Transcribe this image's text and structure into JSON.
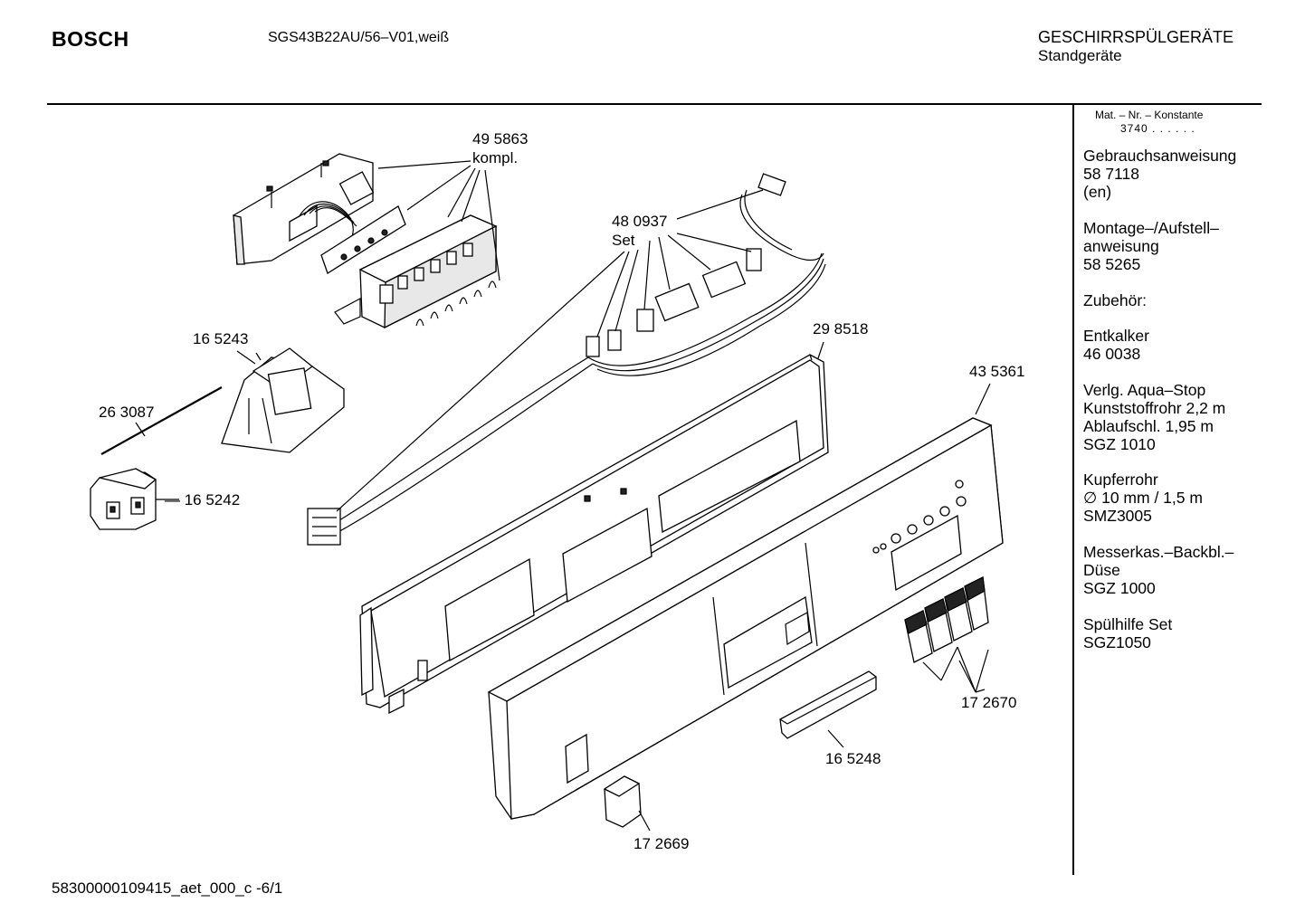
{
  "header": {
    "brand": "BOSCH",
    "model": "SGS43B22AU/56–V01,weiß",
    "category": "GESCHIRRSPÜLGERÄTE",
    "subcategory": "Standgeräte"
  },
  "sidebar": {
    "mat_line1": "Mat. – Nr. – Konstante",
    "mat_line2": "3740 . . . . . .",
    "blocks": [
      [
        "Gebrauchsanweisung",
        "58 7118",
        "(en)"
      ],
      [
        "Montage–/Aufstell–",
        "anweisung",
        "58 5265"
      ],
      [
        "Zubehör:"
      ],
      [
        "Entkalker",
        "46 0038"
      ],
      [
        "Verlg. Aqua–Stop",
        "Kunststoffrohr 2,2 m",
        "Ablaufschl. 1,95 m",
        "SGZ 1010"
      ],
      [
        "Kupferrohr",
        "∅ 10 mm / 1,5 m",
        "SMZ3005"
      ],
      [
        "Messerkas.–Backbl.–",
        "Düse",
        "SGZ 1000"
      ],
      [
        "Spülhilfe Set",
        "SGZ1050"
      ]
    ]
  },
  "parts": {
    "p495863": "49 5863",
    "p495863_sub": "kompl.",
    "p480937": "48 0937",
    "p480937_sub": "Set",
    "p165243": "16 5243",
    "p263087": "26 3087",
    "p165242": "— 16 5242",
    "p298518": "29 8518",
    "p435361": "43 5361",
    "p172670": "17 2670",
    "p165248": "16 5248",
    "p172669": "17 2669"
  },
  "footer": {
    "doc_id": "58300000109415_aet_000_c  -6/1"
  }
}
